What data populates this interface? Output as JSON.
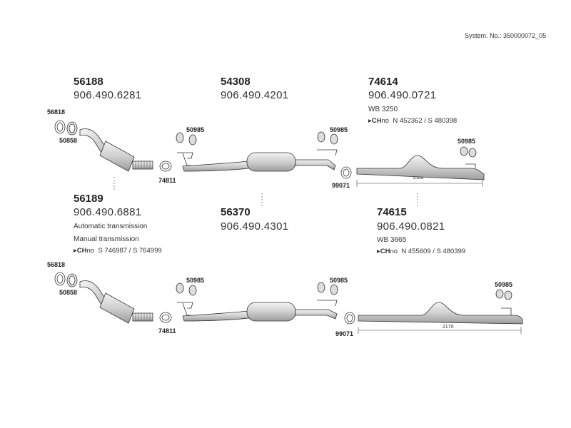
{
  "system_no": "System. No.: 350000072_05",
  "groups": [
    {
      "part": "56188",
      "oem": "906.490.6281"
    },
    {
      "part": "54308",
      "oem": "906.490.4201"
    },
    {
      "part": "74614",
      "oem": "906.490.0721",
      "wb": "WB 3250",
      "chno_prefix": "CH",
      "chno_suffix": "no",
      "chno_value": "N 452362 / S 480398"
    },
    {
      "part": "56189",
      "oem": "906.490.6881",
      "note1": "Automatic transmission",
      "note2": "Manual transmission",
      "chno_prefix": "CH",
      "chno_suffix": "no",
      "chno_value": "S 746987 / S 764999"
    },
    {
      "part": "56370",
      "oem": "906.490.4301"
    },
    {
      "part": "74615",
      "oem": "906.490.0821",
      "wb": "WB 3665",
      "chno_prefix": "CH",
      "chno_suffix": "no",
      "chno_value": "N 455609 / S 480399"
    }
  ],
  "callouts": {
    "gasket_ring": "56818",
    "clamp_ring": "50858",
    "hanger": "50985",
    "clamp": "74811",
    "clip": "99071"
  },
  "dimensions": {
    "top": "1500",
    "bottom": "2170"
  }
}
